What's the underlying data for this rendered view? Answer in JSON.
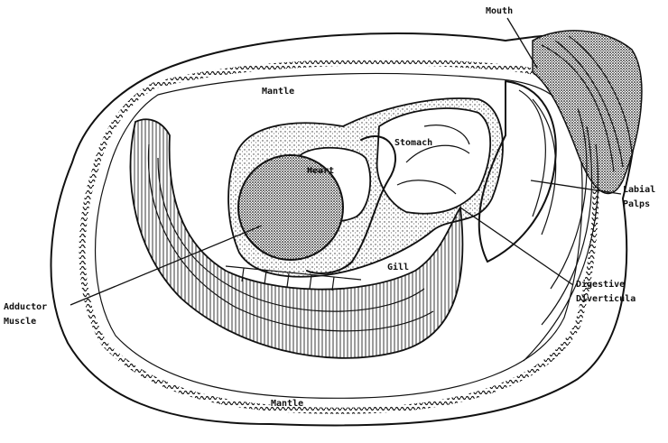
{
  "diagram": {
    "labels": {
      "mouth": "Mouth",
      "mantle_top": "Mantle",
      "stomach": "Stomach",
      "heart": "Heart",
      "labial_palps_1": "Labial",
      "labial_palps_2": "Palps",
      "gill": "Gill",
      "adductor_1": "Adductor",
      "adductor_2": "Muscle",
      "digestive_1": "Digestive",
      "digestive_2": "Diverticula",
      "mantle_bottom": "Mantle"
    },
    "colors": {
      "ink": "#111111",
      "paper": "#ffffff",
      "stipple": "#555555"
    }
  }
}
